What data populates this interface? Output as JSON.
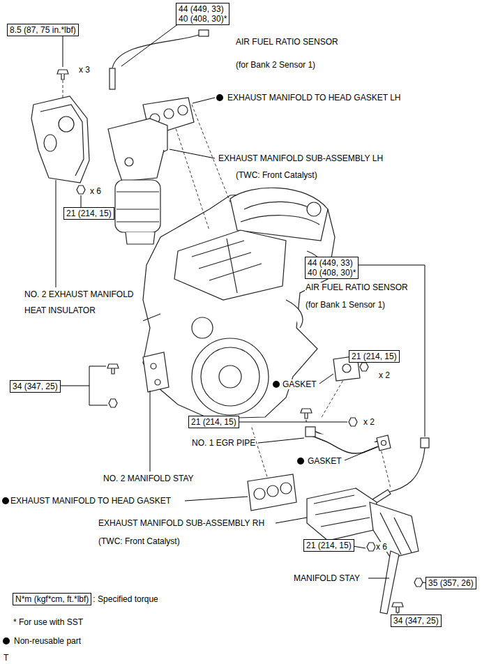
{
  "diagram": {
    "nodes": [
      {
        "text": [
          "8.5 (87, 75 in.*lbf)"
        ]
      },
      {
        "text": [
          "44 (449, 33)",
          "40 (408, 30)*"
        ]
      },
      {
        "text": [
          "21 (214, 15)"
        ]
      },
      {
        "text": [
          "44 (449, 33)",
          "40 (408, 30)*"
        ]
      },
      {
        "text": [
          "34 (347, 25)"
        ]
      },
      {
        "text": [
          "21 (214, 15)"
        ]
      },
      {
        "text": [
          "21 (214, 15)"
        ]
      },
      {
        "text": [
          "21 (214, 15)"
        ]
      },
      {
        "text": [
          "35 (357, 26)"
        ]
      },
      {
        "text": [
          "34 (347, 25)"
        ]
      },
      {
        "text": [
          "N*m (kgf*cm, ft.*lbf)"
        ]
      }
    ],
    "labels": [
      "x 3",
      "AIR FUEL RATIO SENSOR",
      "(for Bank 2 Sensor 1)",
      "EXHAUST MANIFOLD TO HEAD GASKET LH",
      "EXHAUST MANIFOLD SUB-ASSEMBLY LH",
      "(TWC: Front Catalyst)",
      "x 6",
      "NO. 2 EXHAUST MANIFOLD",
      "HEAT INSULATOR",
      "AIR FUEL RATIO SENSOR",
      "(for Bank 1 Sensor 1)",
      "x 2",
      "GASKET",
      "x 2",
      "NO. 1 EGR PIPE",
      "GASKET",
      "NO. 2 MANIFOLD STAY",
      "EXHAUST MANIFOLD TO HEAD GASKET",
      "EXHAUST MANIFOLD SUB-ASSEMBLY RH",
      "(TWC: Front Catalyst)",
      "x 6",
      "MANIFOLD STAY",
      ": Specified torque",
      "* For use with SST",
      "T"
    ],
    "legend": [
      {
        "text": "Non-reusable part"
      }
    ]
  }
}
